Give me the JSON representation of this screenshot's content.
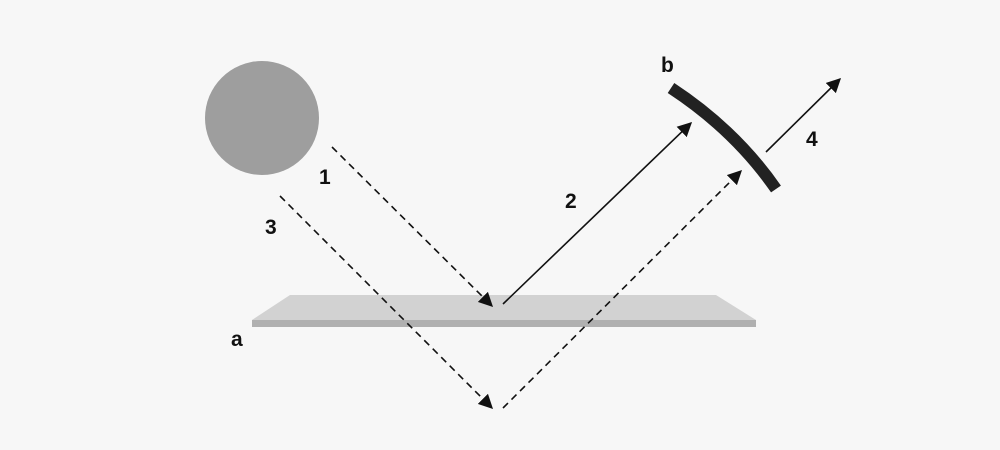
{
  "labels": {
    "plate": "a",
    "mirror": "b",
    "ray1": "1",
    "ray2": "2",
    "ray3": "3",
    "ray4": "4"
  },
  "colors": {
    "background": "#f7f7f7",
    "sphere": "#9e9e9e",
    "plate_top": "#d2d2d2",
    "plate_edge": "#b0b0b0",
    "mirror": "#222222",
    "line": "#111111"
  }
}
